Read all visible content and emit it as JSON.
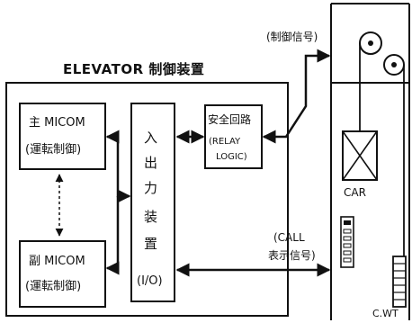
{
  "title": "ELEVATOR 制御装置",
  "boxes": {
    "main_micom": {
      "line1": "主 MICOM",
      "line2": "(運転制御)"
    },
    "sub_micom": {
      "line1": "副 MICOM",
      "line2": "(運転制御)"
    },
    "io_device": {
      "chars": [
        "入",
        "出",
        "力",
        "装",
        "置"
      ],
      "sub": "(I/O)"
    },
    "safety_circuit": {
      "line1": "安全回路",
      "line2": "(RELAY",
      "line3": "LOGIC)"
    }
  },
  "signals": {
    "control_signal": "(制御信号)",
    "call_display": {
      "line1": "(CALL",
      "line2": "表示信号)"
    }
  },
  "shaft": {
    "car_label": "CAR",
    "counterweight_label": "C.WT"
  }
}
